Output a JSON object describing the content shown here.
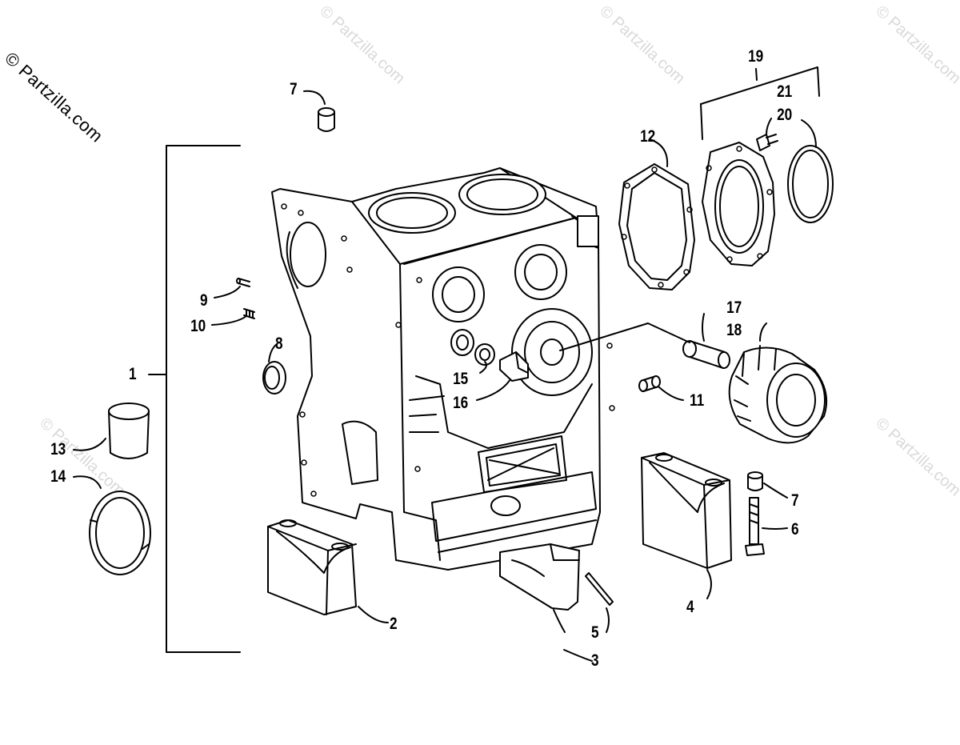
{
  "watermark": {
    "main": "© Partzilla.com",
    "faint": "© Partzilla.com"
  },
  "callouts": {
    "c1": "1",
    "c2": "2",
    "c3": "3",
    "c4": "4",
    "c5": "5",
    "c6": "6",
    "c7_top": "7",
    "c7_right": "7",
    "c8": "8",
    "c9": "9",
    "c10": "10",
    "c11": "11",
    "c12": "12",
    "c13": "13",
    "c14": "14",
    "c15": "15",
    "c16": "16",
    "c17": "17",
    "c18": "18",
    "c19": "19",
    "c20": "20",
    "c21": "21"
  }
}
